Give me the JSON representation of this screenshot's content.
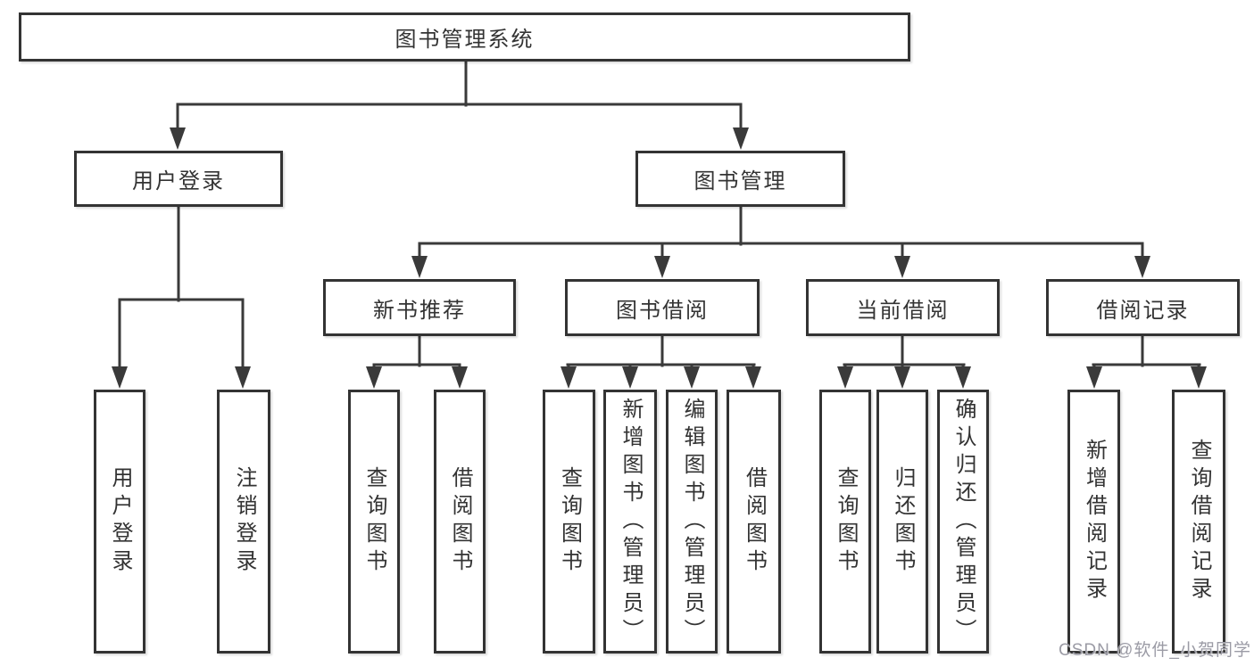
{
  "diagram": {
    "root": {
      "label": "图书管理系统"
    },
    "branches": [
      {
        "label": "用户登录",
        "children": [
          {
            "label": "用户登录"
          },
          {
            "label": "注销登录"
          }
        ]
      },
      {
        "label": "图书管理",
        "children": [
          {
            "label": "新书推荐",
            "children": [
              {
                "label": "查询图书"
              },
              {
                "label": "借阅图书"
              }
            ]
          },
          {
            "label": "图书借阅",
            "children": [
              {
                "label": "查询图书"
              },
              {
                "label": "新增图书（管理员）"
              },
              {
                "label": "编辑图书（管理员）"
              },
              {
                "label": "借阅图书"
              }
            ]
          },
          {
            "label": "当前借阅",
            "children": [
              {
                "label": "查询图书"
              },
              {
                "label": "归还图书"
              },
              {
                "label": "确认归还（管理员）"
              }
            ]
          },
          {
            "label": "借阅记录",
            "children": [
              {
                "label": "新增借阅记录"
              },
              {
                "label": "查询借阅记录"
              }
            ]
          }
        ]
      }
    ]
  },
  "watermark": {
    "text": "CSDN @软件_小贺同学"
  },
  "colors": {
    "line": "#3a3a3a",
    "border": "#333333",
    "text": "#333333",
    "background": "#ffffff",
    "watermark": "#9b9ba5"
  }
}
